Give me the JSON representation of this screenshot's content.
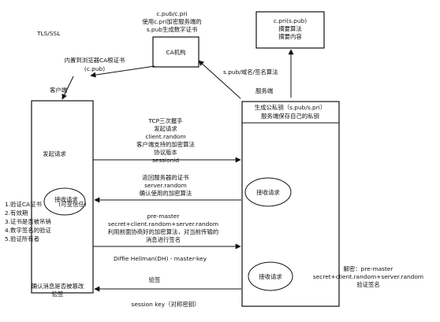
{
  "labels": {
    "tls": "TLS/SSL",
    "ca_top": [
      "c.pub/c.pri",
      "使用c.pri加密服务端的",
      "s.pub生成数字证书"
    ],
    "ca_box": "CA机构",
    "server_pri": [
      "c.pri(s.pub)",
      "摘要算法",
      "摘要内容"
    ],
    "browser_ca": [
      "内置到浏览器CA根证书",
      "(c.pub)"
    ],
    "client": "客户端",
    "s_pub_send": "s.pub/域名/签名算法",
    "server": "服务端",
    "server_box_title": [
      "生成公私钥（s.pub/s.pri）",
      "服务端保存自己的私钥"
    ],
    "tcp": [
      "TCP三次握手",
      "发起请求",
      "client.random",
      "客户端支持的加密算法",
      "协议版本",
      "sessionid"
    ],
    "initiate": "发起请求",
    "return_cert": [
      "返回服务器的证书",
      "server.random",
      "确认使用的加密算法"
    ],
    "recv1": "接收请求",
    "client_recv": "接收请求",
    "trusted": "(可变信任)",
    "verify": [
      "1.验证CA证书",
      "2.有效期",
      "3.证书是否被吊销",
      "4.数字签名的验证",
      "5.验证所有者"
    ],
    "premaster": [
      "pre-master",
      "secret+client.random+server.random",
      "利用前面协商好的加密算法，对当前传输的",
      "消息进行签名"
    ],
    "dh": "Diffie Hellman(DH)  - master-key",
    "recv2": "接收请求",
    "decrypt": [
      "解密：pre-master",
      "secret+client.random+server.random",
      "验证签名"
    ],
    "tamper": [
      "确认消息是否被篡改",
      "验签"
    ],
    "sign": "验签",
    "session": "session  key（对称密钥）"
  }
}
